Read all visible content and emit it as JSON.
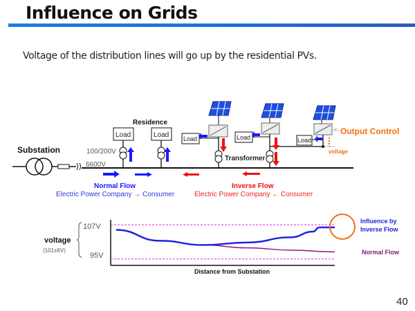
{
  "slide": {
    "title": "Influence on Grids",
    "subtitle": "Voltage of the distribution lines will go up by the residential PVs.",
    "page_number": "40"
  },
  "diagram": {
    "substation_label": "Substation",
    "residence_label": "Residence",
    "low_voltage_label": "100/200V",
    "high_voltage_label": "6600V",
    "load_label": "Load",
    "transformer_label": "Transformer",
    "output_control_label": "Output Control",
    "voltage_arrow_label": "voltage",
    "normal_flow": {
      "title": "Normal Flow",
      "description": "Electric Power Company → Consumer",
      "color": "#1a1aff"
    },
    "inverse_flow": {
      "title": "Inverse Flow",
      "description": "Electric Power Company ← Consumer",
      "color": "#ee1111"
    },
    "accent_orange": "#f07010"
  },
  "chart_data": {
    "type": "line",
    "ylabel": "voltage",
    "ylabel_sub": "(101±6V)",
    "xlabel": "Distance from Substation",
    "y_ticks": [
      "107V",
      "95V"
    ],
    "limits": [
      107,
      95
    ],
    "series": [
      {
        "name": "Influence by Inverse Flow",
        "color": "#2222dd",
        "x": [
          0,
          0.2,
          0.4,
          0.6,
          0.8,
          0.9,
          0.93,
          1.0
        ],
        "y": [
          105.2,
          101.4,
          99.9,
          100.8,
          102.6,
          104.6,
          106.1,
          106.1
        ]
      },
      {
        "name": "Normal Flow",
        "color": "#8a1a7a",
        "x": [
          0.4,
          0.6,
          0.8,
          1.0
        ],
        "y": [
          99.9,
          98.9,
          98.1,
          97.5
        ]
      }
    ],
    "annotation_circle": "Influence by Inverse Flow",
    "y_range": [
      93,
      109
    ],
    "grid": false
  }
}
